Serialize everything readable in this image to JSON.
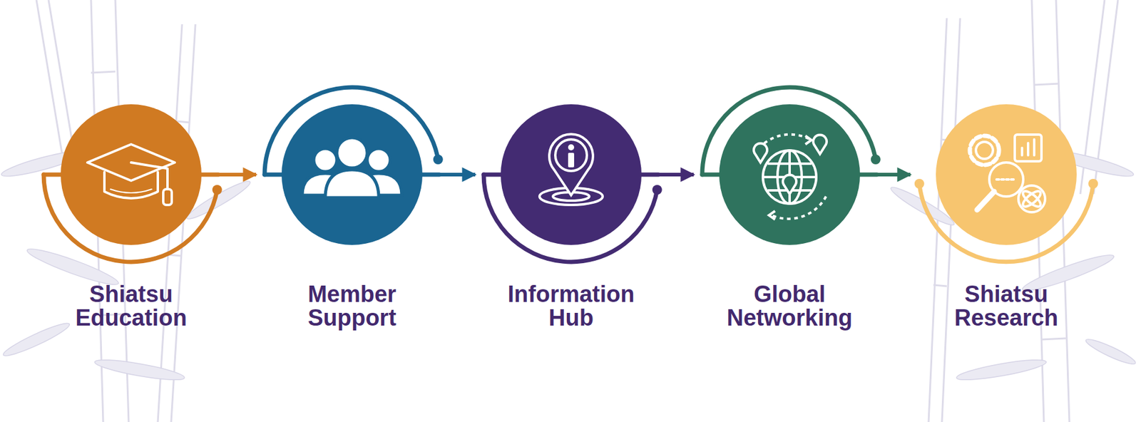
{
  "diagram": {
    "nodes": [
      {
        "text": [
          "Shiatsu Education"
        ]
      },
      {
        "text": [
          "Member Support"
        ]
      },
      {
        "text": [
          "Information Hub"
        ]
      },
      {
        "text": [
          "Global Networking"
        ]
      },
      {
        "text": [
          "Shiatsu Research"
        ]
      }
    ],
    "edges": [
      {
        "from": 0,
        "to": 1,
        "arrow": "to"
      },
      {
        "from": 1,
        "to": 2,
        "arrow": "to"
      },
      {
        "from": 2,
        "to": 3,
        "arrow": "to"
      },
      {
        "from": 3,
        "to": 4,
        "arrow": "to"
      }
    ]
  }
}
